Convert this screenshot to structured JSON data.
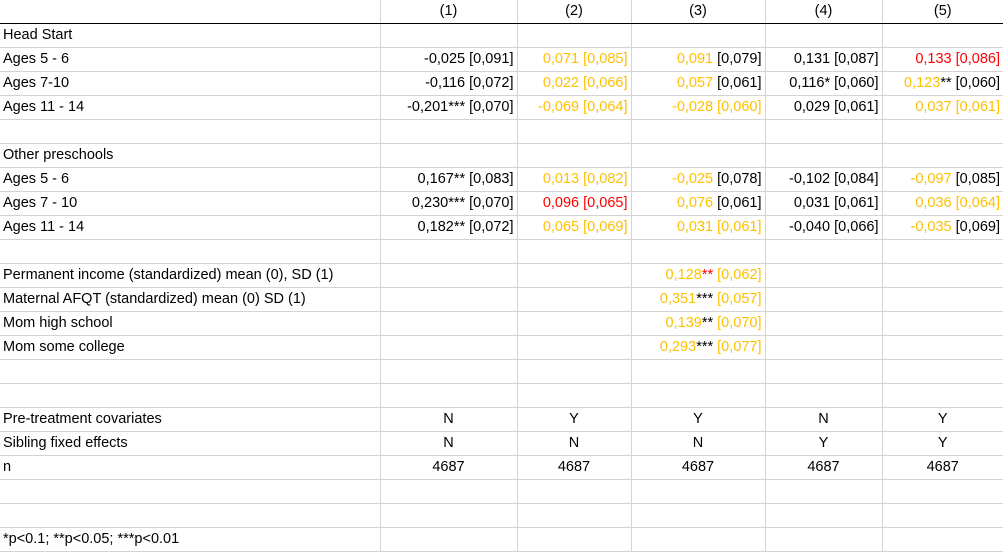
{
  "headers": [
    "(1)",
    "(2)",
    "(3)",
    "(4)",
    "(5)"
  ],
  "colors": {
    "highlight": "#ffc000",
    "alert": "#ff0000",
    "text": "#000000",
    "grid": "#d4d4d4"
  },
  "rows": [
    {
      "label": "Head Start",
      "cells": []
    },
    {
      "label": "Ages 5 - 6",
      "cells": [
        [
          [
            "-0,025 [0,091]",
            "k"
          ]
        ],
        [
          [
            "0,071 [0,085]",
            "y"
          ]
        ],
        [
          [
            "0,091",
            "y"
          ],
          [
            " [0,079]",
            "k"
          ]
        ],
        [
          [
            "0,131 [0,087]",
            "k"
          ]
        ],
        [
          [
            "0,133 [0,086]",
            "r"
          ]
        ]
      ]
    },
    {
      "label": "Ages 7-10",
      "cells": [
        [
          [
            "-0,116 [0,072]",
            "k"
          ]
        ],
        [
          [
            "0,022 [0,066]",
            "y"
          ]
        ],
        [
          [
            "0,057",
            "y"
          ],
          [
            " [0,061]",
            "k"
          ]
        ],
        [
          [
            "0,116* [0,060]",
            "k"
          ]
        ],
        [
          [
            "0,123",
            "y"
          ],
          [
            "** [0,060]",
            "k"
          ]
        ]
      ]
    },
    {
      "label": "Ages 11 - 14",
      "cells": [
        [
          [
            "-0,201*** [0,070]",
            "k"
          ]
        ],
        [
          [
            "-0,069 [0,064]",
            "y"
          ]
        ],
        [
          [
            "-0,028 [0,060]",
            "y"
          ]
        ],
        [
          [
            "0,029 [0,061]",
            "k"
          ]
        ],
        [
          [
            "0,037 [0,061]",
            "y"
          ]
        ]
      ]
    },
    {
      "label": "",
      "cells": []
    },
    {
      "label": "Other preschools",
      "cells": []
    },
    {
      "label": "Ages 5 - 6",
      "cells": [
        [
          [
            "0,167** [0,083]",
            "k"
          ]
        ],
        [
          [
            "0,013 [0,082]",
            "y"
          ]
        ],
        [
          [
            "-0,025",
            "y"
          ],
          [
            " [0,078]",
            "k"
          ]
        ],
        [
          [
            "-0,102 [0,084]",
            "k"
          ]
        ],
        [
          [
            "-0,097",
            "y"
          ],
          [
            " [0,085]",
            "k"
          ]
        ]
      ]
    },
    {
      "label": "Ages 7 - 10",
      "cells": [
        [
          [
            "0,230*** [0,070]",
            "k"
          ]
        ],
        [
          [
            "0,096 [0,065]",
            "r"
          ]
        ],
        [
          [
            "0,076",
            "y"
          ],
          [
            " [0,061]",
            "k"
          ]
        ],
        [
          [
            "0,031 [0,061]",
            "k"
          ]
        ],
        [
          [
            "0,036 [0,064]",
            "y"
          ]
        ]
      ]
    },
    {
      "label": "Ages 11 - 14",
      "cells": [
        [
          [
            "0,182** [0,072]",
            "k"
          ]
        ],
        [
          [
            "0,065 [0,069]",
            "y"
          ]
        ],
        [
          [
            "0,031 [0,061]",
            "y"
          ]
        ],
        [
          [
            "-0,040 [0,066]",
            "k"
          ]
        ],
        [
          [
            "-0,035",
            "y"
          ],
          [
            " [0,069]",
            "k"
          ]
        ]
      ]
    },
    {
      "label": "",
      "cells": []
    },
    {
      "label": "Permanent income (standardized) mean (0), SD (1)",
      "cells": [
        [],
        [],
        [
          [
            "0,128",
            "y"
          ],
          [
            "**",
            "r"
          ],
          [
            " [0,062]",
            "y"
          ]
        ],
        [],
        []
      ]
    },
    {
      "label": "Maternal AFQT (standardized) mean (0) SD (1)",
      "cells": [
        [],
        [],
        [
          [
            "0,351",
            "y"
          ],
          [
            "***",
            "k"
          ],
          [
            " [0,057]",
            "y"
          ]
        ],
        [],
        []
      ]
    },
    {
      "label": "Mom high school",
      "cells": [
        [],
        [],
        [
          [
            "0,139",
            "y"
          ],
          [
            "**",
            "k"
          ],
          [
            " [0,070]",
            "y"
          ]
        ],
        [],
        []
      ]
    },
    {
      "label": "Mom some college",
      "cells": [
        [],
        [],
        [
          [
            "0,293",
            "y"
          ],
          [
            "***",
            "k"
          ],
          [
            " [0,077]",
            "y"
          ]
        ],
        [],
        []
      ]
    },
    {
      "label": "",
      "cells": []
    },
    {
      "label": "",
      "cells": []
    },
    {
      "label": "Pre-treatment covariates",
      "center": true,
      "cells": [
        [
          [
            "N",
            "k"
          ]
        ],
        [
          [
            "Y",
            "k"
          ]
        ],
        [
          [
            "Y",
            "k"
          ]
        ],
        [
          [
            "N",
            "k"
          ]
        ],
        [
          [
            "Y",
            "k"
          ]
        ]
      ]
    },
    {
      "label": "Sibling fixed effects",
      "center": true,
      "cells": [
        [
          [
            "N",
            "k"
          ]
        ],
        [
          [
            "N",
            "k"
          ]
        ],
        [
          [
            "N",
            "k"
          ]
        ],
        [
          [
            "Y",
            "k"
          ]
        ],
        [
          [
            "Y",
            "k"
          ]
        ]
      ]
    },
    {
      "label": "n",
      "center": true,
      "cells": [
        [
          [
            "4687",
            "k"
          ]
        ],
        [
          [
            "4687",
            "k"
          ]
        ],
        [
          [
            "4687",
            "k"
          ]
        ],
        [
          [
            "4687",
            "k"
          ]
        ],
        [
          [
            "4687",
            "k"
          ]
        ]
      ]
    },
    {
      "label": "",
      "cells": []
    },
    {
      "label": "",
      "cells": []
    },
    {
      "label": "*p<0.1; **p<0.05; ***p<0.01",
      "cells": []
    }
  ]
}
